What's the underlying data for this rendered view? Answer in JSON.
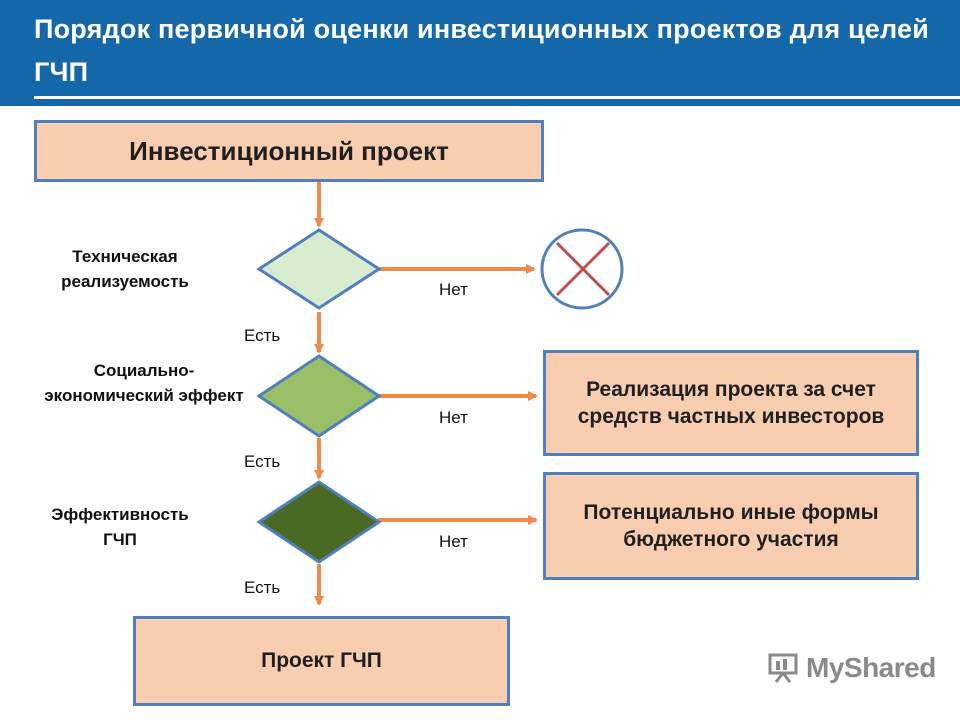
{
  "title": "Порядок первичной оценки инвестиционных проектов для целей ГЧП",
  "nodes": {
    "start": "Инвестиционный проект",
    "criteria": [
      {
        "label": "Техническая реализуемость",
        "color": "#d8ecd0"
      },
      {
        "label": "Социально-экономический эффект",
        "color": "#9bbf69"
      },
      {
        "label": "Эффективность ГЧП",
        "color": "#4a6a24"
      }
    ],
    "outcomes": {
      "private": "Реализация проекта за счет средств частных инвесторов",
      "budget": "Потенциально иные формы бюджетного участия",
      "ppp": "Проект ГЧП"
    }
  },
  "answers": {
    "no": "Нет",
    "yes": "Есть"
  },
  "watermark": "MyShared",
  "colors": {
    "header": "#1467a8",
    "box_fill": "#f9cdb0",
    "box_border": "#4f7fbd",
    "arrow": "#f08a4b",
    "reject_cross": "#c0504d"
  }
}
